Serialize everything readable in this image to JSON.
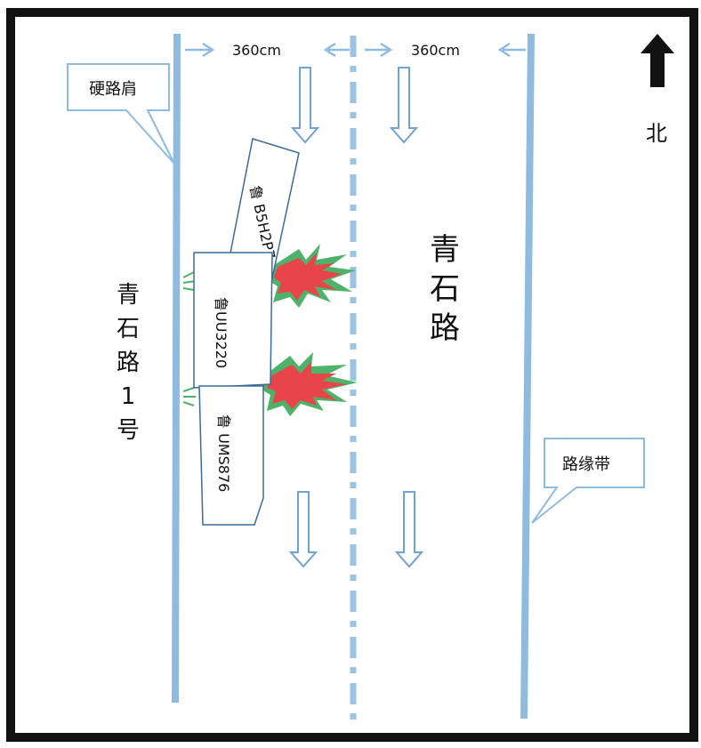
{
  "colors": {
    "frame": "#111111",
    "lane_line": "#8fbbe0",
    "center_dash": "#9cc3e3",
    "arrow_outline": "#6fa3d3",
    "car_outline": "#3d6a96",
    "impact_red": "#e8454a",
    "impact_green": "#4fb26a",
    "text": "#111111"
  },
  "lane_widths": {
    "left": "360cm",
    "right": "360cm"
  },
  "north": {
    "label": "北",
    "icon": "north-arrow-icon"
  },
  "callouts": {
    "hard_shoulder": "硬路肩",
    "curb": "路缘带"
  },
  "roads": {
    "main": "青石路",
    "side": "青石路 1 号"
  },
  "vehicles": [
    {
      "plate": "鲁 B5H2P7"
    },
    {
      "plate": "鲁UU3220"
    },
    {
      "plate": "鲁 UMS876"
    }
  ],
  "lane_direction_icon": "down-arrow-icon",
  "impact_icon": "collision-burst-icon"
}
